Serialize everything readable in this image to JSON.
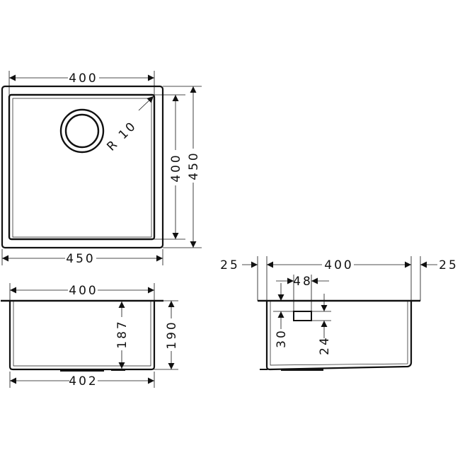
{
  "drawing": {
    "title": "Undermount sink technical drawing",
    "units": "mm",
    "line_color": "#111111",
    "background": "#ffffff"
  },
  "top_view": {
    "inner_width_label": "400",
    "outer_width_label": "450",
    "inner_depth_label": "400",
    "outer_depth_label": "450",
    "corner_radius_label": "R 10"
  },
  "front_view": {
    "top_width_label": "400",
    "bottom_width_label": "402",
    "inner_height_label": "187",
    "outer_height_label": "190"
  },
  "side_view": {
    "left_flange_label": "25",
    "width_label": "400",
    "right_flange_label": "25",
    "overflow_width_label": "48",
    "overflow_offset_label": "30",
    "overflow_height_label": "24"
  }
}
